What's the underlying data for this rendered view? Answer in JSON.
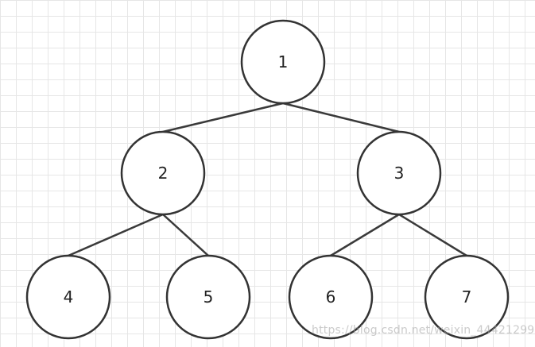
{
  "diagram": {
    "type": "binary-tree",
    "nodes": [
      {
        "id": "n1",
        "label": "1"
      },
      {
        "id": "n2",
        "label": "2"
      },
      {
        "id": "n3",
        "label": "3"
      },
      {
        "id": "n4",
        "label": "4"
      },
      {
        "id": "n5",
        "label": "5"
      },
      {
        "id": "n6",
        "label": "6"
      },
      {
        "id": "n7",
        "label": "7"
      }
    ],
    "edges": [
      {
        "from": "n1",
        "to": "n2"
      },
      {
        "from": "n1",
        "to": "n3"
      },
      {
        "from": "n2",
        "to": "n4"
      },
      {
        "from": "n2",
        "to": "n5"
      },
      {
        "from": "n3",
        "to": "n6"
      },
      {
        "from": "n3",
        "to": "n7"
      }
    ],
    "background": "grid",
    "colors": {
      "stroke": "#333333",
      "fill": "#ffffff",
      "grid": "#e6e6e6"
    }
  },
  "watermark": "https://blog.csdn.net/weixin_44421299"
}
